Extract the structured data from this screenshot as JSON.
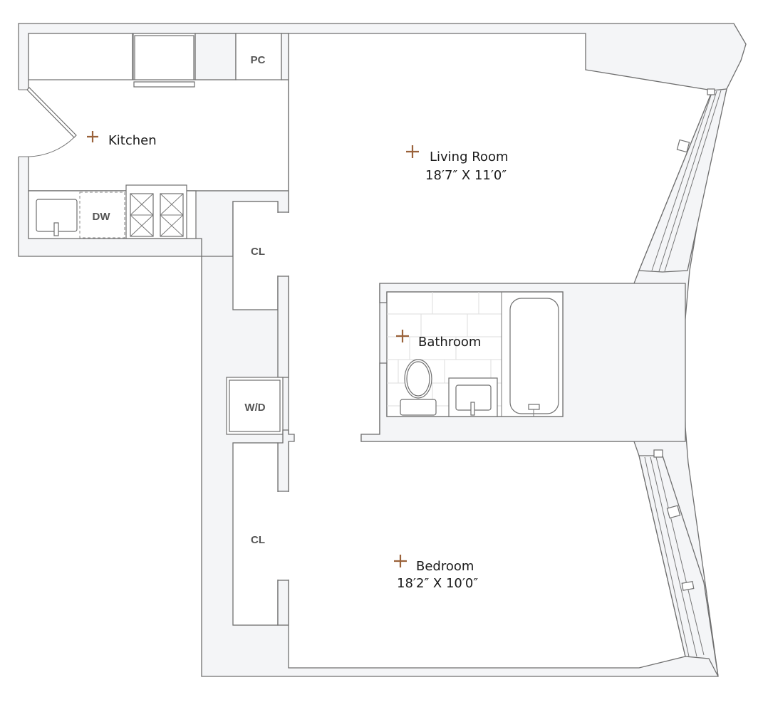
{
  "colors": {
    "accent": "#9a623a",
    "wall": "#f4f5f7",
    "line": "#6f6f6f"
  },
  "rooms": {
    "kitchen": {
      "name": "Kitchen"
    },
    "living": {
      "name": "Living Room",
      "dimensions": "18′7″ X 11′0″"
    },
    "bathroom": {
      "name": "Bathroom"
    },
    "bedroom": {
      "name": "Bedroom",
      "dimensions": "18′2″ X 10′0″"
    }
  },
  "fixtures": {
    "pantry": "PC",
    "closet_upper": "CL",
    "washer_dryer": "W/D",
    "closet_lower": "CL",
    "dishwasher": "DW"
  }
}
